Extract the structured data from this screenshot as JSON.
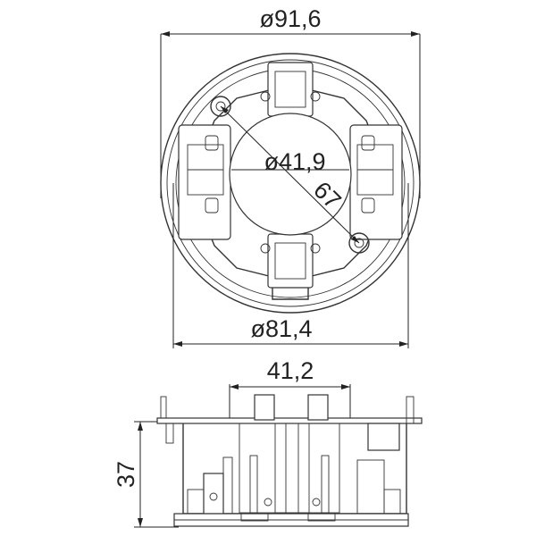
{
  "dimensions": {
    "outer_diameter": "ø91,6",
    "inner_diameter": "ø41,9",
    "hole_spacing": "67",
    "base_diameter": "ø81,4",
    "width": "41,2",
    "height": "37"
  },
  "colors": {
    "line": "#333333",
    "background": "#ffffff"
  }
}
